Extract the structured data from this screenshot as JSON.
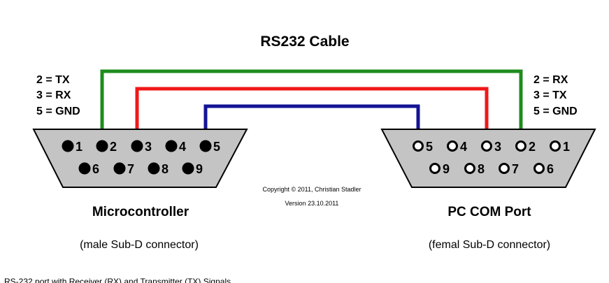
{
  "title": "RS232 Cable",
  "left": {
    "pinmap": [
      "2 = TX",
      "3 = RX",
      "5 = GND"
    ],
    "name": "Microcontroller",
    "sub": "(male Sub-D connector)",
    "row1": [
      "1",
      "2",
      "3",
      "4",
      "5"
    ],
    "row2": [
      "6",
      "7",
      "8",
      "9"
    ]
  },
  "right": {
    "pinmap": [
      "2 = RX",
      "3 = TX",
      "5 = GND"
    ],
    "name": "PC COM Port",
    "sub": "(femal Sub-D connector)",
    "row1": [
      "5",
      "4",
      "3",
      "2",
      "1"
    ],
    "row2": [
      "9",
      "8",
      "7",
      "6"
    ]
  },
  "copyright": "Copyright © 2011, Christian Stadler",
  "version": "Version 23.10.2011",
  "caption": "RS-232 port with Receiver (RX) and Transmitter (TX) Signals",
  "colors": {
    "tx_line": "#1e8c1e",
    "rx_line": "#f01818",
    "gnd_line": "#141496",
    "connector": "#c4c4c4"
  }
}
